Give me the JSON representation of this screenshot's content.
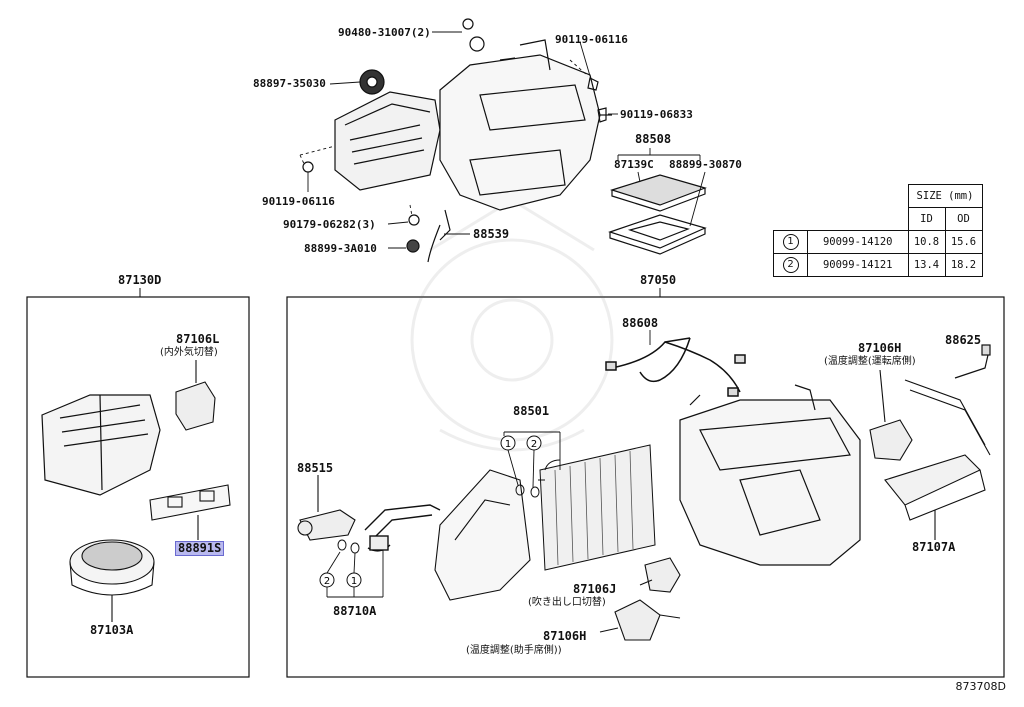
{
  "diagram_code": "873708D",
  "top_assembly": {
    "labels": {
      "p1": "90480-31007(2)",
      "p2": "90119-06116",
      "p3": "88897-35030",
      "p4": "90119-06833",
      "p5": "88508",
      "p6": "87139C",
      "p7": "88899-30870",
      "p8": "90119-06116",
      "p9": "90179-06282(3)",
      "p10": "88539",
      "p11": "88899-3A010"
    }
  },
  "size_table": {
    "header": "SIZE (mm)",
    "col_id": "ID",
    "col_od": "OD",
    "rows": [
      {
        "mark": "1",
        "part": "90099-14120",
        "id": "10.8",
        "od": "15.6"
      },
      {
        "mark": "2",
        "part": "90099-14121",
        "id": "13.4",
        "od": "18.2"
      }
    ]
  },
  "left_box": {
    "title": "87130D",
    "l1": "87106L",
    "l1_sub": "(内外気切替)",
    "l2": "88891S",
    "l3": "87103A"
  },
  "right_box": {
    "title": "87050",
    "l_88608": "88608",
    "l_87106H_a": "87106H",
    "l_87106H_a_sub": "(温度調整(運転席側)",
    "l_88625": "88625",
    "l_88501": "88501",
    "l_88515": "88515",
    "l_87107A": "87107A",
    "l_87106J": "87106J",
    "l_87106J_sub": "(吹き出し口切替)",
    "l_87106H_b": "87106H",
    "l_87106H_b_sub": "(温度調整(助手席側))",
    "l_88710A": "88710A",
    "c1": "1",
    "c2": "2",
    "c3": "2",
    "c4": "1"
  }
}
